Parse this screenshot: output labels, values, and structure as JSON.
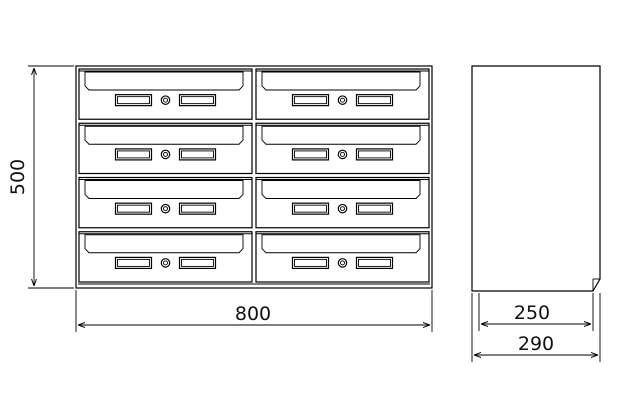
{
  "drawing": {
    "front_view": {
      "columns": 2,
      "rows": 4,
      "width_label": "800",
      "height_label": "500"
    },
    "side_view": {
      "inner_depth_label": "250",
      "outer_depth_label": "290"
    },
    "colors": {
      "line": "#000000",
      "background": "#ffffff"
    }
  }
}
